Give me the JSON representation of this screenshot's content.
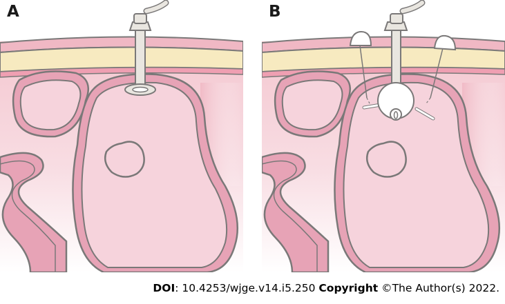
{
  "panels": [
    {
      "label": "A",
      "device": "tube-with-retention-disc"
    },
    {
      "label": "B",
      "device": "tube-with-balloon-and-t-fasteners"
    }
  ],
  "footer": {
    "doi_label": "DOI",
    "doi_value": ": 10.4253/wjge.v14.i5.250 ",
    "copyright_label": "Copyright",
    "copyright_value": " ©The Author(s) 2022."
  },
  "colors": {
    "outline": "#7a7878",
    "stomach_fill": "#f6d3dc",
    "wall_fill": "#e7a3b6",
    "fat_layer": "#f7eac0",
    "skin": "#f0b8c4",
    "tube": "#e9e6e0"
  }
}
